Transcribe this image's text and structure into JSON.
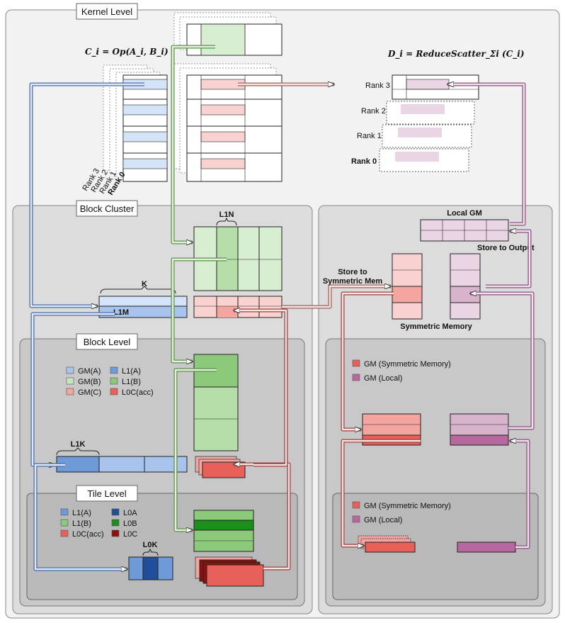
{
  "levels": {
    "kernel": "Kernel Level",
    "block_cluster": "Block Cluster",
    "block": "Block Level",
    "tile": "Tile Level"
  },
  "formulas": {
    "compute": "C_i = Op(A_i, B_i)",
    "reduce": "D_i = ReduceScatter_Σi (C_i)"
  },
  "ranks": {
    "r3": "Rank 3",
    "r2": "Rank 2",
    "r1": "Rank 1",
    "r0": "Rank 0"
  },
  "dims": {
    "l1n": "L1N",
    "k": "K",
    "l1m": "L1M",
    "l1k": "L1K",
    "l0k": "L0K"
  },
  "right_labels": {
    "local_gm": "Local GM",
    "store_output": "Store to Output",
    "store_symmetric_1": "Store to",
    "store_symmetric_2": "Symmetric Mem",
    "symmetric_memory": "Symmetric Memory"
  },
  "legend_block": [
    {
      "label": "GM(A)",
      "color": "#a9c4ec"
    },
    {
      "label": "L1(A)",
      "color": "#6f9ad8"
    },
    {
      "label": "GM(B)",
      "color": "#c8e6bd"
    },
    {
      "label": "L1(B)",
      "color": "#8cc97a"
    },
    {
      "label": "GM(C)",
      "color": "#f4a5a0"
    },
    {
      "label": "L0C(acc)",
      "color": "#e8605a"
    }
  ],
  "legend_tile": [
    {
      "label": "L1(A)",
      "color": "#6f9ad8"
    },
    {
      "label": "L0A",
      "color": "#1f4e9a"
    },
    {
      "label": "L1(B)",
      "color": "#8cc97a"
    },
    {
      "label": "L0B",
      "color": "#1a8f1a"
    },
    {
      "label": "L0C(acc)",
      "color": "#e8605a"
    },
    {
      "label": "L0C",
      "color": "#8f1010"
    }
  ],
  "legend_right": [
    {
      "label": "GM (Symmetric Memory)",
      "color": "#e8605a"
    },
    {
      "label": "GM (Local)",
      "color": "#b7699f"
    }
  ],
  "colors": {
    "a_light": "#d4e3f7",
    "a_mid": "#a9c4ec",
    "a_dark": "#6f9ad8",
    "a_l0": "#1f4e9a",
    "b_light": "#d8eed0",
    "b_mid": "#b6dea8",
    "b_dark": "#8cc97a",
    "b_l0": "#1a8f1a",
    "c_light": "#f9d2cf",
    "c_mid": "#f4a5a0",
    "c_dark": "#e8605a",
    "c_l0": "#8f1010",
    "d_light": "#ead5e4",
    "d_mid": "#d8b3cc",
    "d_dark": "#b7699f"
  }
}
